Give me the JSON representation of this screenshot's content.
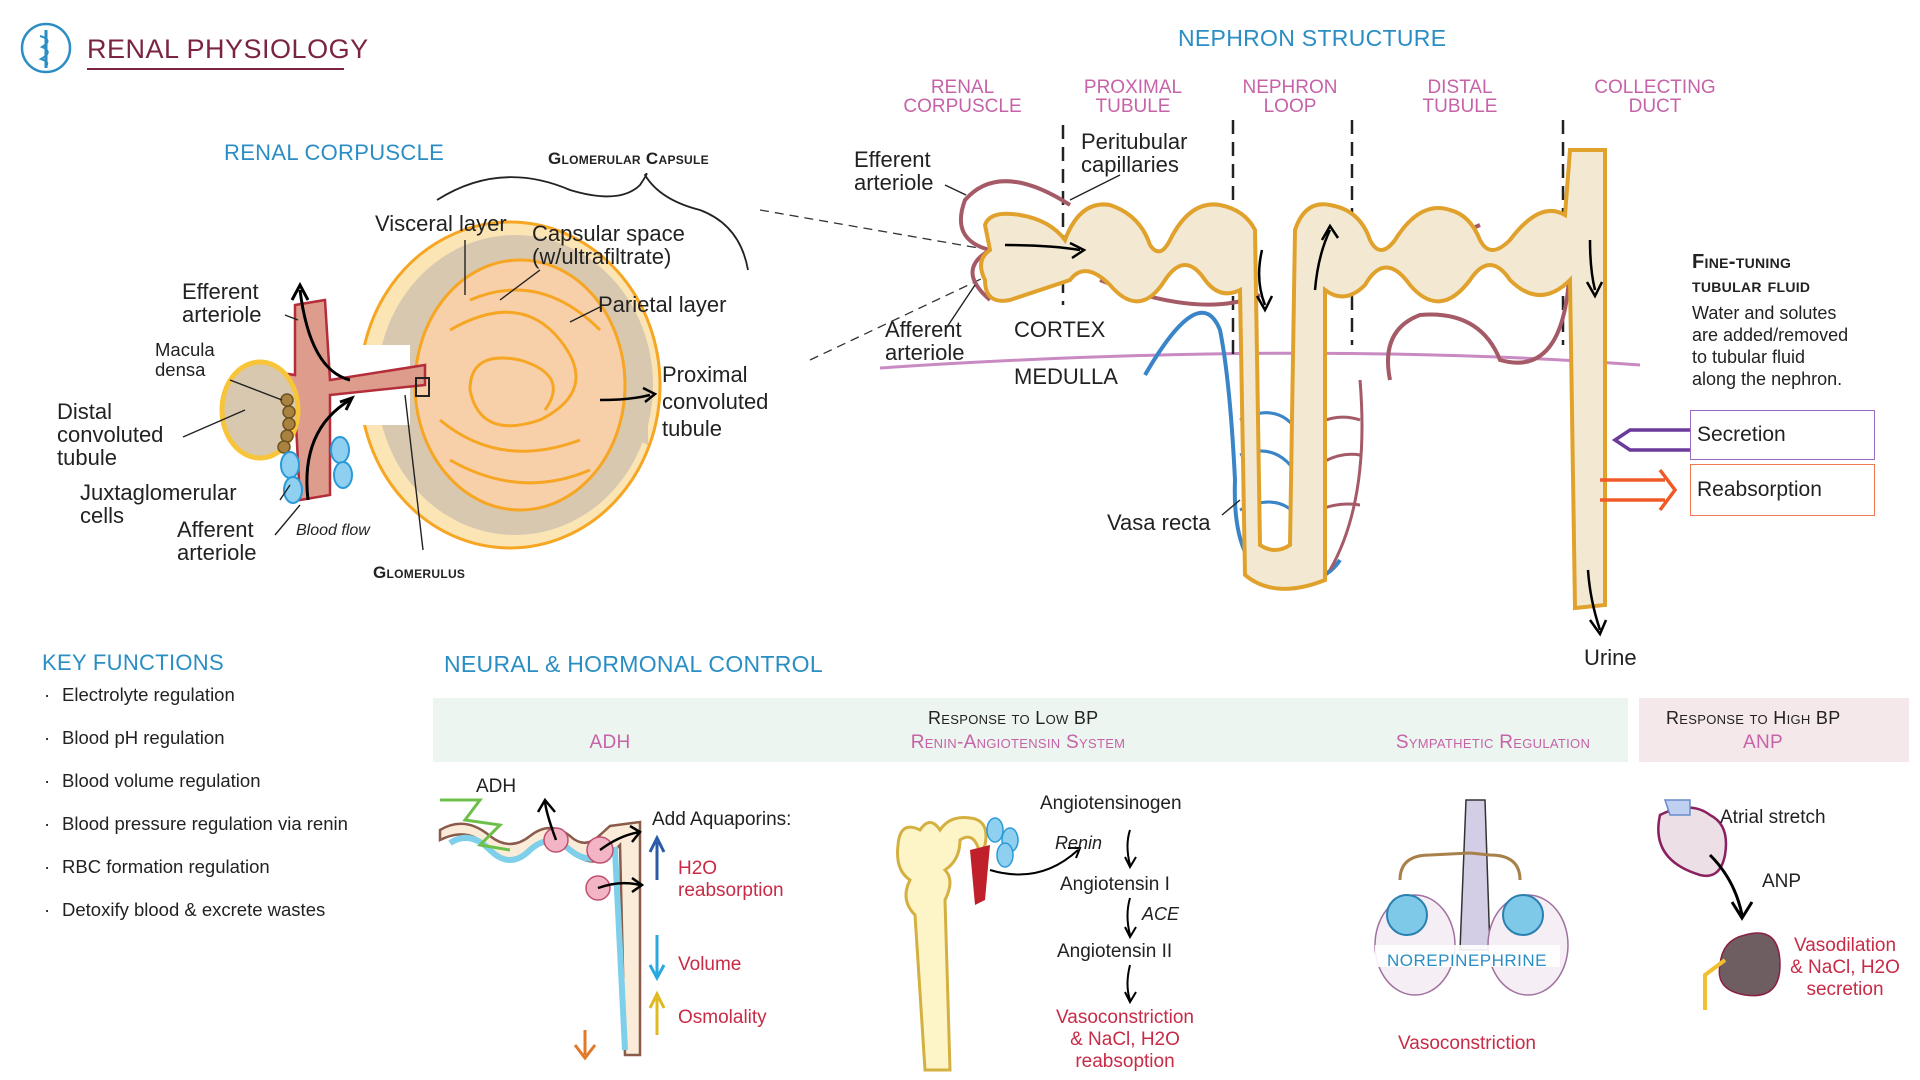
{
  "header": {
    "logo_icon": "caduceus-icon",
    "title": "RENAL PHYSIOLOGY",
    "brand_color": "#7a2442",
    "logo_color": "#2a8ec4"
  },
  "renal_corpuscle": {
    "title": "RENAL CORPUSCLE",
    "capsule_label": "Glomerular Capsule",
    "visceral": "Visceral layer",
    "capsular_space": [
      "Capsular space",
      "(w/ultrafiltrate)"
    ],
    "parietal": "Parietal layer",
    "efferent": [
      "Efferent",
      "arteriole"
    ],
    "macula": [
      "Macula",
      "densa"
    ],
    "distal": [
      "Distal",
      "convoluted",
      "tubule"
    ],
    "juxta": [
      "Juxtaglomerular",
      "cells"
    ],
    "afferent": [
      "Afferent",
      "arteriole"
    ],
    "blood_flow": "Blood flow",
    "glomerulus": "Glomerulus",
    "proximal": [
      "Proximal",
      "convoluted",
      "tubule"
    ]
  },
  "nephron": {
    "title": "NEPHRON STRUCTURE",
    "segments": [
      [
        "RENAL",
        "CORPUSCLE"
      ],
      [
        "PROXIMAL",
        "TUBULE"
      ],
      [
        "NEPHRON",
        "LOOP"
      ],
      [
        "DISTAL",
        "TUBULE"
      ],
      [
        "COLLECTING",
        "DUCT"
      ]
    ],
    "efferent": [
      "Efferent",
      "arteriole"
    ],
    "peritubular": [
      "Peritubular",
      "capillaries"
    ],
    "afferent": [
      "Afferent",
      "arteriole"
    ],
    "cortex": "CORTEX",
    "medulla": "MEDULLA",
    "vasa_recta": "Vasa recta",
    "urine": "Urine"
  },
  "fine_tuning": {
    "title": [
      "Fine-tuning",
      "tubular fluid"
    ],
    "description": [
      "Water and solutes",
      "are added/removed",
      "to tubular fluid",
      "along the nephron."
    ],
    "secretion": "Secretion",
    "reabsorption": "Reabsorption",
    "secretion_color": "#6a3a9c",
    "reabsorption_color": "#f05a28"
  },
  "key_functions": {
    "title": "KEY FUNCTIONS",
    "items": [
      "Electrolyte regulation",
      "Blood pH regulation",
      "Blood volume regulation",
      "Blood pressure regulation via renin",
      "RBC formation regulation",
      "Detoxify blood & excrete wastes"
    ]
  },
  "control": {
    "title": "NEURAL & HORMONAL CONTROL",
    "low_bp": {
      "heading": "Response to Low BP",
      "columns": [
        "ADH",
        "Renin-Angiotensin System",
        "Sympathetic Regulation"
      ],
      "band_color": "#ecf5ef"
    },
    "high_bp": {
      "heading": "Response to High BP",
      "columns": [
        "ANP"
      ],
      "band_color": "#f5e8ea"
    },
    "adh": {
      "label": "ADH",
      "add_aquaporins": "Add Aquaporins:",
      "h2o": [
        "H2O",
        "reabsorption"
      ],
      "volume": "Volume",
      "osmolality": "Osmolality"
    },
    "raas": {
      "angiotensinogen": "Angiotensinogen",
      "renin": "Renin",
      "ang1": "Angiotensin I",
      "ace": "ACE",
      "ang2": "Angiotensin II",
      "result": [
        "Vasoconstriction",
        "& NaCl, H2O",
        "reabsoption"
      ]
    },
    "sympathetic": {
      "norepinephrine": "NOREPINEPHRINE",
      "result": "Vasoconstriction"
    },
    "anp": {
      "atrial": "Atrial stretch",
      "anp": "ANP",
      "result": [
        "Vasodilation",
        "& NaCl, H2O",
        "secretion"
      ]
    }
  }
}
